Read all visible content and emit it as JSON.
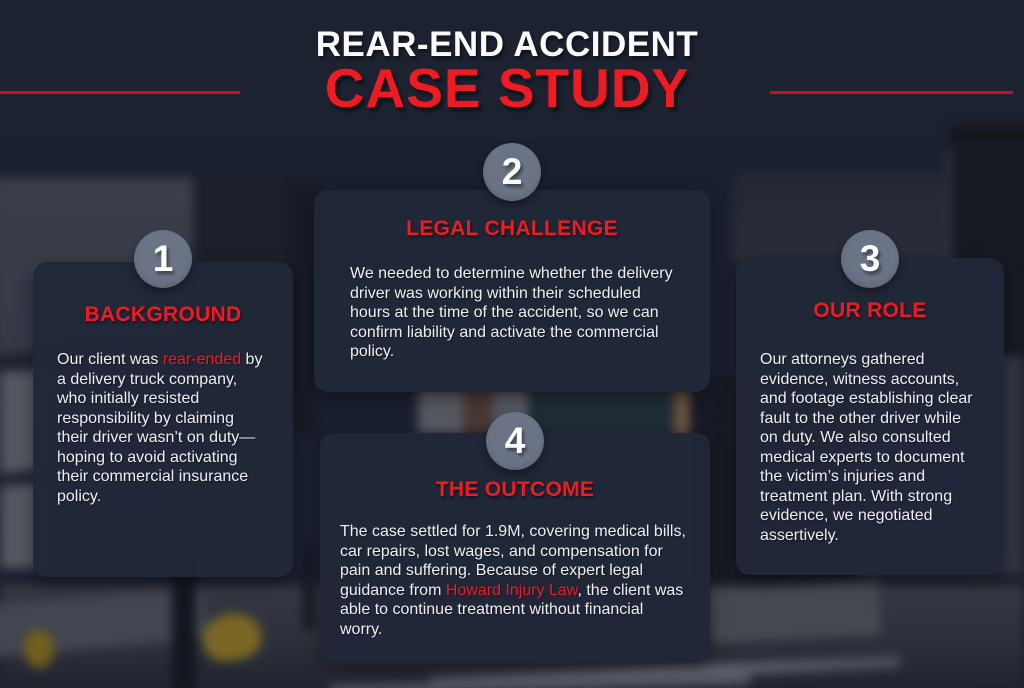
{
  "header": {
    "title_line1": "REAR-END ACCIDENT",
    "title_line2": "CASE STUDY"
  },
  "colors": {
    "accent_red": "#ee1b23",
    "rule_red": "#c8101e",
    "page_background": "#1d2231",
    "card_background": "#212737",
    "badge_background": "#6b7487",
    "body_text": "#edeef2",
    "title_text": "#fbfbfd"
  },
  "cards": [
    {
      "number": "1",
      "title": "BACKGROUND",
      "body": [
        {
          "text": "Our client was ",
          "emphasis": false
        },
        {
          "text": "rear-ended",
          "emphasis": true
        },
        {
          "text": " by a delivery truck company, who initially resisted responsibility by claiming their driver wasn’t on duty—hoping to avoid activating their commercial insurance policy.",
          "emphasis": false
        }
      ]
    },
    {
      "number": "2",
      "title": "LEGAL CHALLENGE",
      "body": [
        {
          "text": "We needed to determine whether the delivery driver was working within their scheduled hours at the time of the accident, so we can confirm liability and activate the commercial policy.",
          "emphasis": false
        }
      ]
    },
    {
      "number": "3",
      "title": "OUR ROLE",
      "body": [
        {
          "text": "Our attorneys gathered evidence, witness accounts, and footage establishing clear fault to the other driver while on duty. We also consulted medical experts to document the victim’s injuries and treatment plan. With strong evidence, we negotiated assertively.",
          "emphasis": false
        }
      ]
    },
    {
      "number": "4",
      "title": "THE OUTCOME",
      "body": [
        {
          "text": "The case settled for 1.9M, covering medical bills, car repairs, lost wages, and compensation for pain and suffering. Because of expert legal guidance from ",
          "emphasis": false
        },
        {
          "text": "Howard Injury Law",
          "emphasis": true
        },
        {
          "text": ", the client was able to continue treatment without financial worry.",
          "emphasis": false
        }
      ]
    }
  ]
}
